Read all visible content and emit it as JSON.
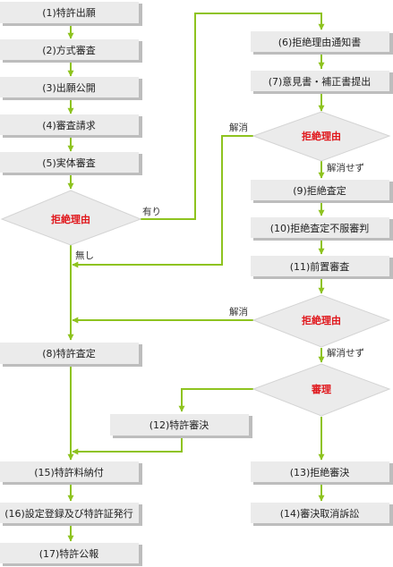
{
  "colors": {
    "connector": "#8ec31f",
    "box_fill": "#ebebeb",
    "box_shadow": "#bdbdbd",
    "diamond_text": "#e0161b",
    "text": "#222222"
  },
  "boxes": {
    "b1": "(1)特許出願",
    "b2": "(2)方式審査",
    "b3": "(3)出願公開",
    "b4": "(4)審査請求",
    "b5": "(5)実体審査",
    "b6": "(6)拒絶理由通知書",
    "b7": "(7)意見書・補正書提出",
    "b8": "(8)特許査定",
    "b9": "(9)拒絶査定",
    "b10": "(10)拒絶査定不服審判",
    "b11": "(11)前置審査",
    "b12": "(12)特許審決",
    "b13": "(13)拒絶審決",
    "b14": "(14)審決取消訴訟",
    "b15": "(15)特許料納付",
    "b16": "(16)設定登録及び特許証発行",
    "b17": "(17)特許公報"
  },
  "decisions": {
    "d1": "拒絶理由",
    "d2": "拒絶理由",
    "d3": "拒絶理由",
    "d4": "審理"
  },
  "labels": {
    "yes": "有り",
    "no": "無し",
    "resolved1": "解消",
    "not_resolved1": "解消せず",
    "resolved2": "解消",
    "not_resolved2": "解消せず"
  }
}
